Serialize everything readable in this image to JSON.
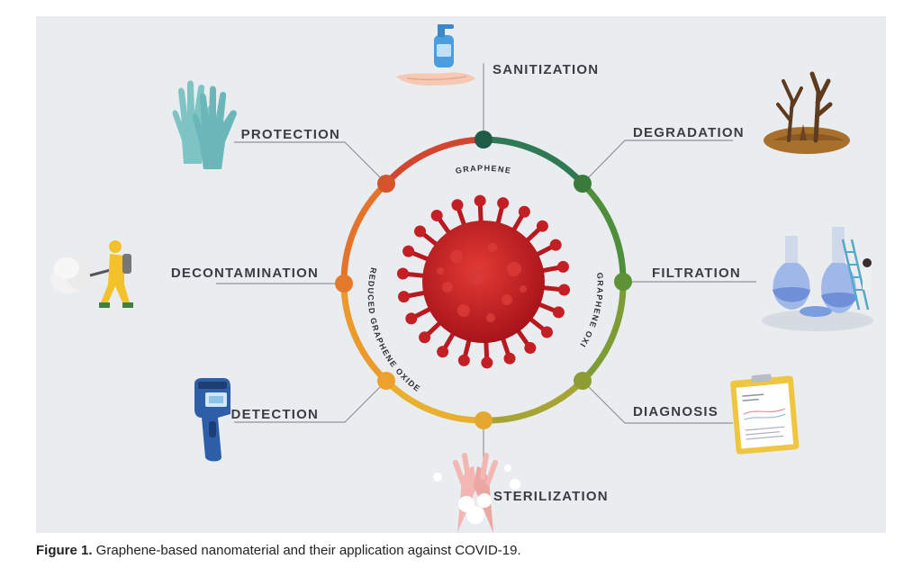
{
  "figure": {
    "ring_labels": {
      "top": "GRAPHENE",
      "right": "GRAPHENE OXIDE",
      "left": "REDUCED GRAPHENE OXIDE"
    },
    "applications": [
      {
        "label": "SANITIZATION",
        "icon": "hand-sanitizer-icon",
        "color": "#2a6f57"
      },
      {
        "label": "DEGRADATION",
        "icon": "dead-trees-icon",
        "color": "#4e8f3a"
      },
      {
        "label": "FILTRATION",
        "icon": "lab-flasks-icon",
        "color": "#6a9a34"
      },
      {
        "label": "DIAGNOSIS",
        "icon": "clipboard-report-icon",
        "color": "#9aa032"
      },
      {
        "label": "STERILIZATION",
        "icon": "hand-washing-icon",
        "color": "#e0a830"
      },
      {
        "label": "DETECTION",
        "icon": "infrared-thermometer-icon",
        "color": "#f0a32a"
      },
      {
        "label": "DECONTAMINATION",
        "icon": "hazmat-sprayer-icon",
        "color": "#e88b2b"
      },
      {
        "label": "PROTECTION",
        "icon": "gloves-icon",
        "color": "#dd6a2a"
      }
    ],
    "center_icon": "coronavirus-icon"
  },
  "caption": {
    "label": "Figure 1.",
    "text": " Graphene-based nanomaterial and their application against COVID-19."
  }
}
